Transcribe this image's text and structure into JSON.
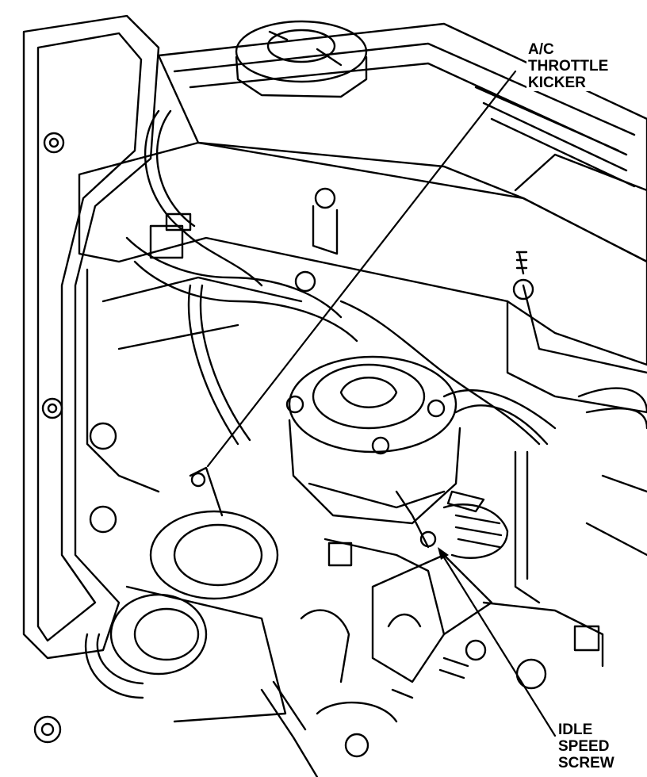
{
  "figure": {
    "callouts": {
      "ac_throttle_kicker": {
        "lines": [
          "A/C",
          "THROTTLE",
          "KICKER"
        ]
      },
      "idle_speed_screw": {
        "lines": [
          "IDLE",
          "SPEED",
          "SCREW"
        ]
      }
    },
    "colors": {
      "line": "#000000",
      "background": "#ffffff"
    }
  }
}
